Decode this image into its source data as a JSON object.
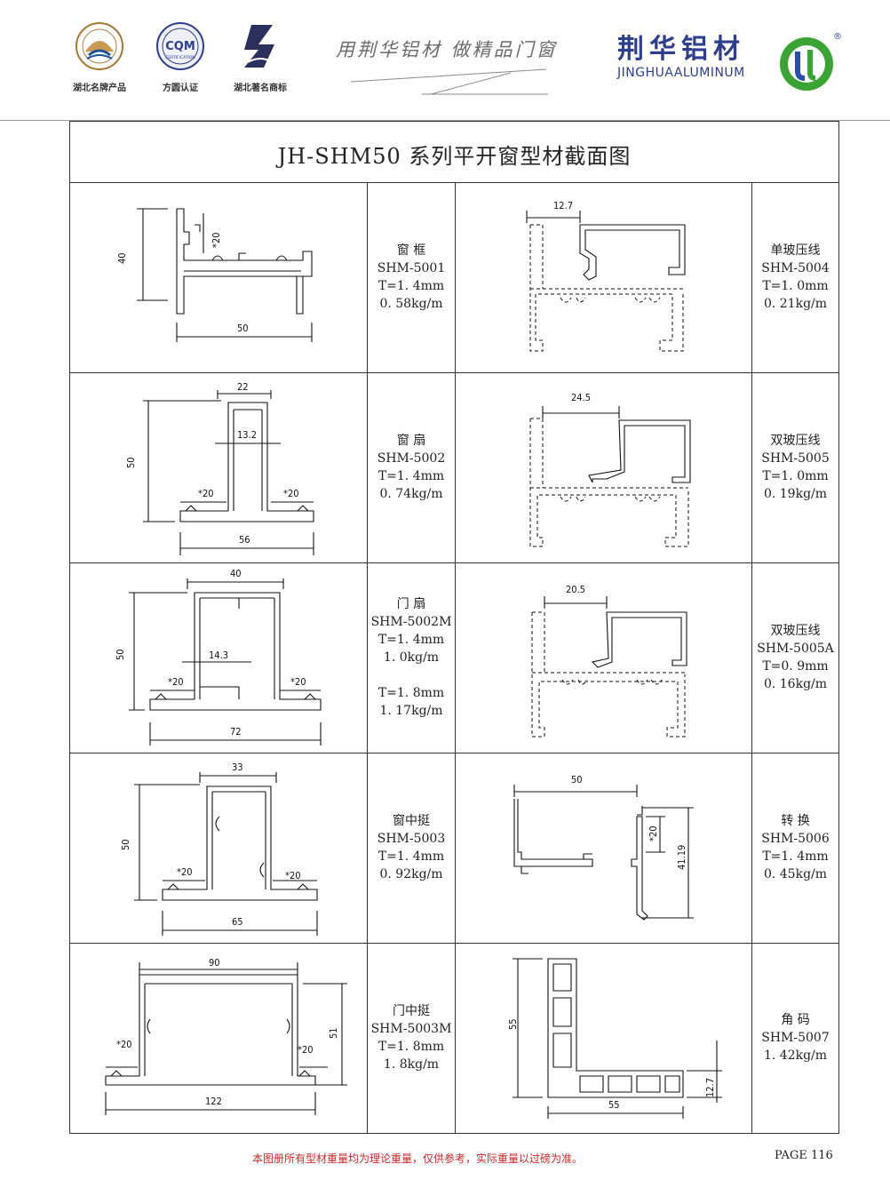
{
  "header": {
    "logos": [
      {
        "caption": "湖北名牌产品",
        "icon": "hubei-brand-seal"
      },
      {
        "caption": "方圆认证",
        "icon": "cqm-certification-seal",
        "seal_text": "CQM",
        "seal_subtext": "CERTIFICATION"
      },
      {
        "caption": "湖北著名商标",
        "icon": "hubei-famous-trademark"
      }
    ],
    "slogan": "用荆华铝材  做精品门窗",
    "brand_cn": "荆华铝材",
    "brand_en": "JINGHUAALUMINUM",
    "registered_mark": "®",
    "colors": {
      "brand_blue": "#2e3e8a",
      "logo_green": "#3aa336",
      "logo_blue": "#2a4fa5"
    }
  },
  "title": "JH-SHM50 系列平开窗型材截面图",
  "rows": [
    {
      "left": {
        "name": "窗 框",
        "code": "SHM-5001",
        "lines": [
          "T=1. 4mm",
          "0. 58kg/m"
        ],
        "dims": {
          "w": "50",
          "h": "40",
          "s": "*20"
        }
      },
      "right": {
        "name": "单玻压线",
        "code": "SHM-5004",
        "lines": [
          "T=1. 0mm",
          "0. 21kg/m"
        ],
        "dims": {
          "w": "12.7"
        }
      }
    },
    {
      "left": {
        "name": "窗 扇",
        "code": "SHM-5002",
        "lines": [
          "T=1. 4mm",
          "0. 74kg/m"
        ],
        "dims": {
          "w": "56",
          "h": "50",
          "top": "22",
          "inner": "13.2",
          "s1": "*20",
          "s2": "*20"
        }
      },
      "right": {
        "name": "双玻压线",
        "code": "SHM-5005",
        "lines": [
          "T=1. 0mm",
          "0. 19kg/m"
        ],
        "dims": {
          "w": "24.5"
        }
      }
    },
    {
      "left": {
        "name": "门 扇",
        "code": "SHM-5002M",
        "lines": [
          "T=1. 4mm",
          "1. 0kg/m"
        ],
        "lines2": [
          "T=1. 8mm",
          "1. 17kg/m"
        ],
        "dims": {
          "w": "72",
          "h": "50",
          "top": "40",
          "inner": "14.3",
          "s1": "*20",
          "s2": "*20"
        }
      },
      "right": {
        "name": "双玻压线",
        "code": "SHM-5005A",
        "lines": [
          "T=0. 9mm",
          "0. 16kg/m"
        ],
        "dims": {
          "w": "20.5"
        }
      }
    },
    {
      "left": {
        "name": "窗中挺",
        "code": "SHM-5003",
        "lines": [
          "T=1. 4mm",
          "0. 92kg/m"
        ],
        "dims": {
          "w": "65",
          "h": "50",
          "top": "33",
          "s1": "*20",
          "s2": "*20"
        }
      },
      "right": {
        "name": "转 换",
        "code": "SHM-5006",
        "lines": [
          "T=1. 4mm",
          "0. 45kg/m"
        ],
        "dims": {
          "w": "50",
          "h": "41.19",
          "s": "*20"
        }
      }
    },
    {
      "left": {
        "name": "门中挺",
        "code": "SHM-5003M",
        "lines": [
          "T=1. 8mm",
          "1. 8kg/m"
        ],
        "dims": {
          "w": "122",
          "h": "51",
          "top": "90",
          "s1": "*20",
          "s2": "*20"
        }
      },
      "right": {
        "name": "角 码",
        "code": "SHM-5007",
        "lines": [
          "1. 42kg/m"
        ],
        "dims": {
          "w": "55",
          "h": "55",
          "t": "12.7"
        }
      }
    }
  ],
  "footer": {
    "note": "本图册所有型材重量均为理论重量，仅供参考，实际重量以过磅为准。",
    "page": "PAGE 116",
    "note_color": "#c62828"
  }
}
